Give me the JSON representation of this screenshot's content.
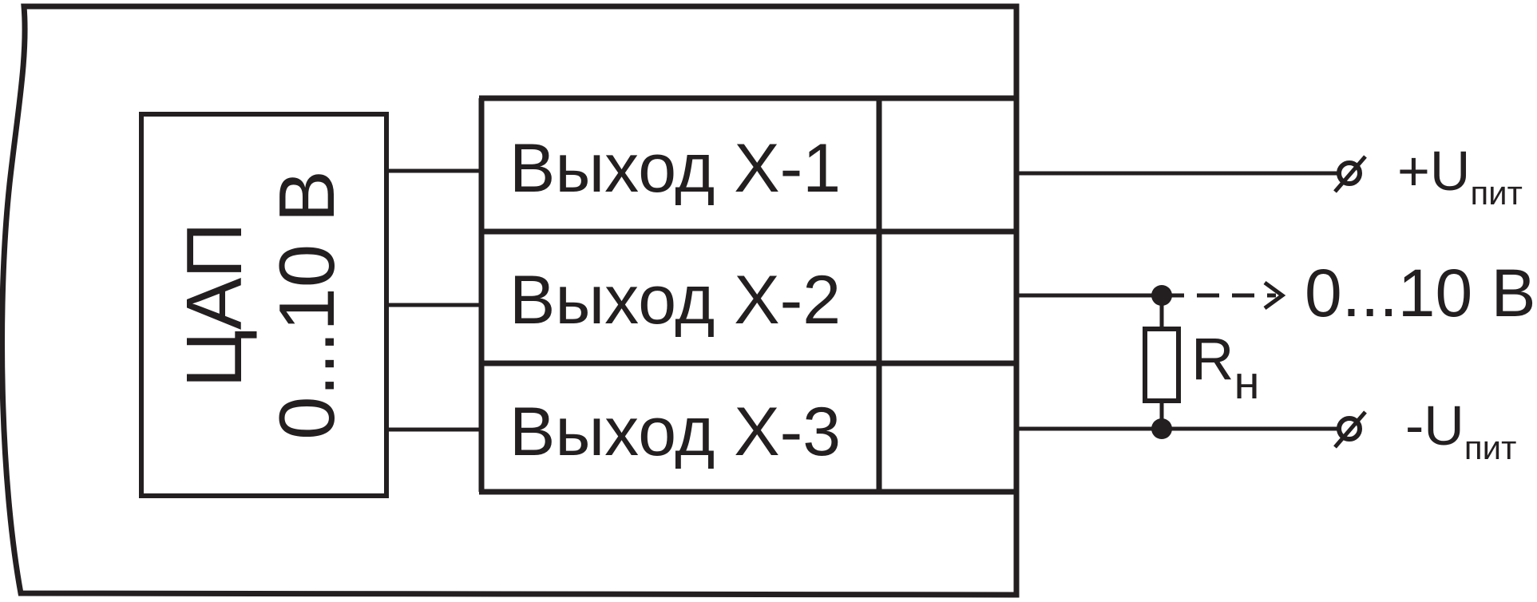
{
  "dac": {
    "line1": "ЦАП",
    "line2": "0...10 В"
  },
  "outputs": [
    {
      "label": "Выход Х-1"
    },
    {
      "label": "Выход Х-2"
    },
    {
      "label": "Выход Х-3"
    }
  ],
  "terminals": {
    "plus_main": "+U",
    "plus_sub": "пит",
    "signal": "0...10 В",
    "minus_main": "-U",
    "minus_sub": "пит"
  },
  "resistor": {
    "main": "R",
    "sub": "н"
  },
  "colors": {
    "line": "#231f20",
    "background": "#ffffff"
  }
}
